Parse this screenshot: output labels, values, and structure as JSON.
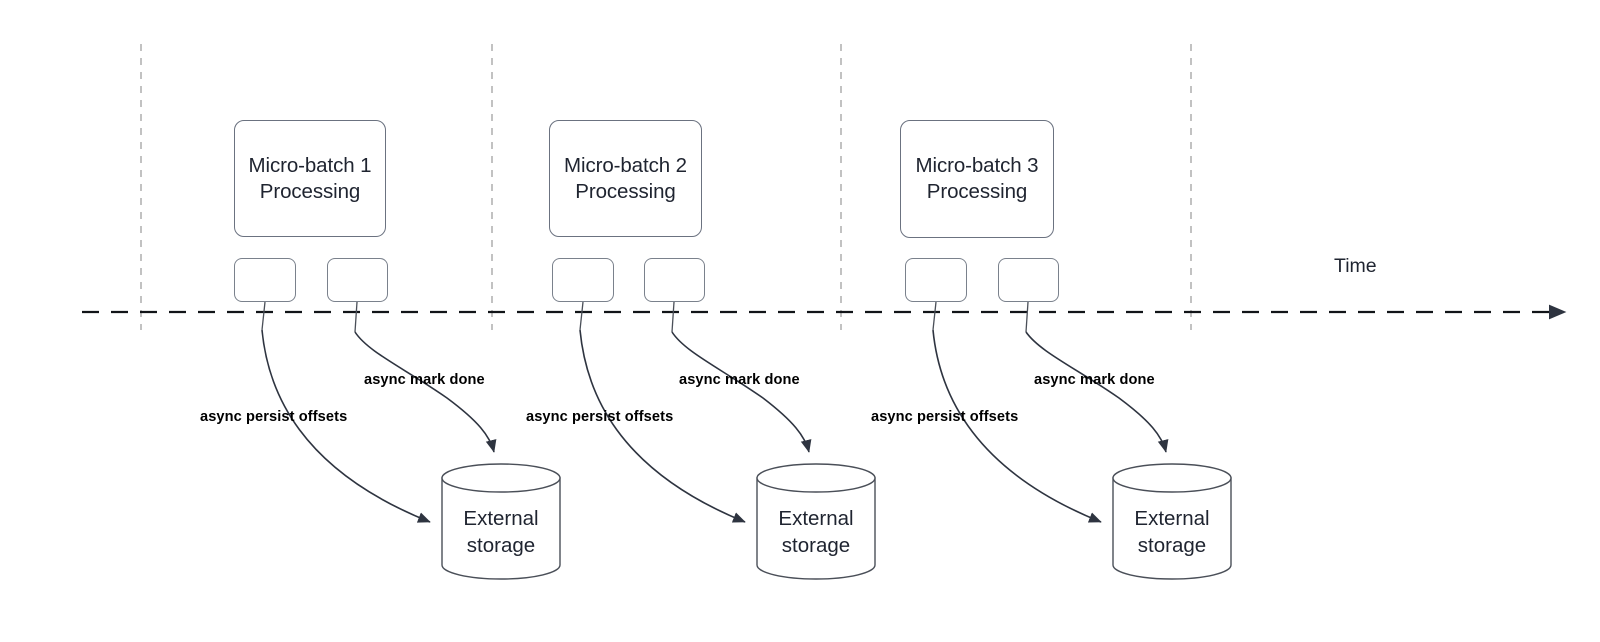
{
  "diagram": {
    "title_text": "",
    "timeline": {
      "axis_label": "Time",
      "axis_color": "#1f2430",
      "tick_count": 4
    },
    "stages": [
      {
        "id": "stage-1",
        "batch_label": "Micro-batch 1\nProcessing",
        "mini_task_labels": [
          "",
          ""
        ],
        "persist_label": "async persist offsets",
        "mark_done_label": "async mark done",
        "storage_label": "External\nstorage"
      },
      {
        "id": "stage-2",
        "batch_label": "Micro-batch 2\nProcessing",
        "mini_task_labels": [
          "",
          ""
        ],
        "persist_label": "async persist offsets",
        "mark_done_label": "async mark done",
        "storage_label": "External\nstorage"
      },
      {
        "id": "stage-3",
        "batch_label": "Micro-batch 3\nProcessing",
        "mini_task_labels": [
          "",
          ""
        ],
        "persist_label": "async persist offsets",
        "mark_done_label": "async mark done",
        "storage_label": "External\nstorage"
      }
    ],
    "colors": {
      "stroke": "#6b7280",
      "dash_guide": "#b3b3b3",
      "timeline": "#000000",
      "text": "#1f2430",
      "arrow": "#2e3440"
    }
  }
}
